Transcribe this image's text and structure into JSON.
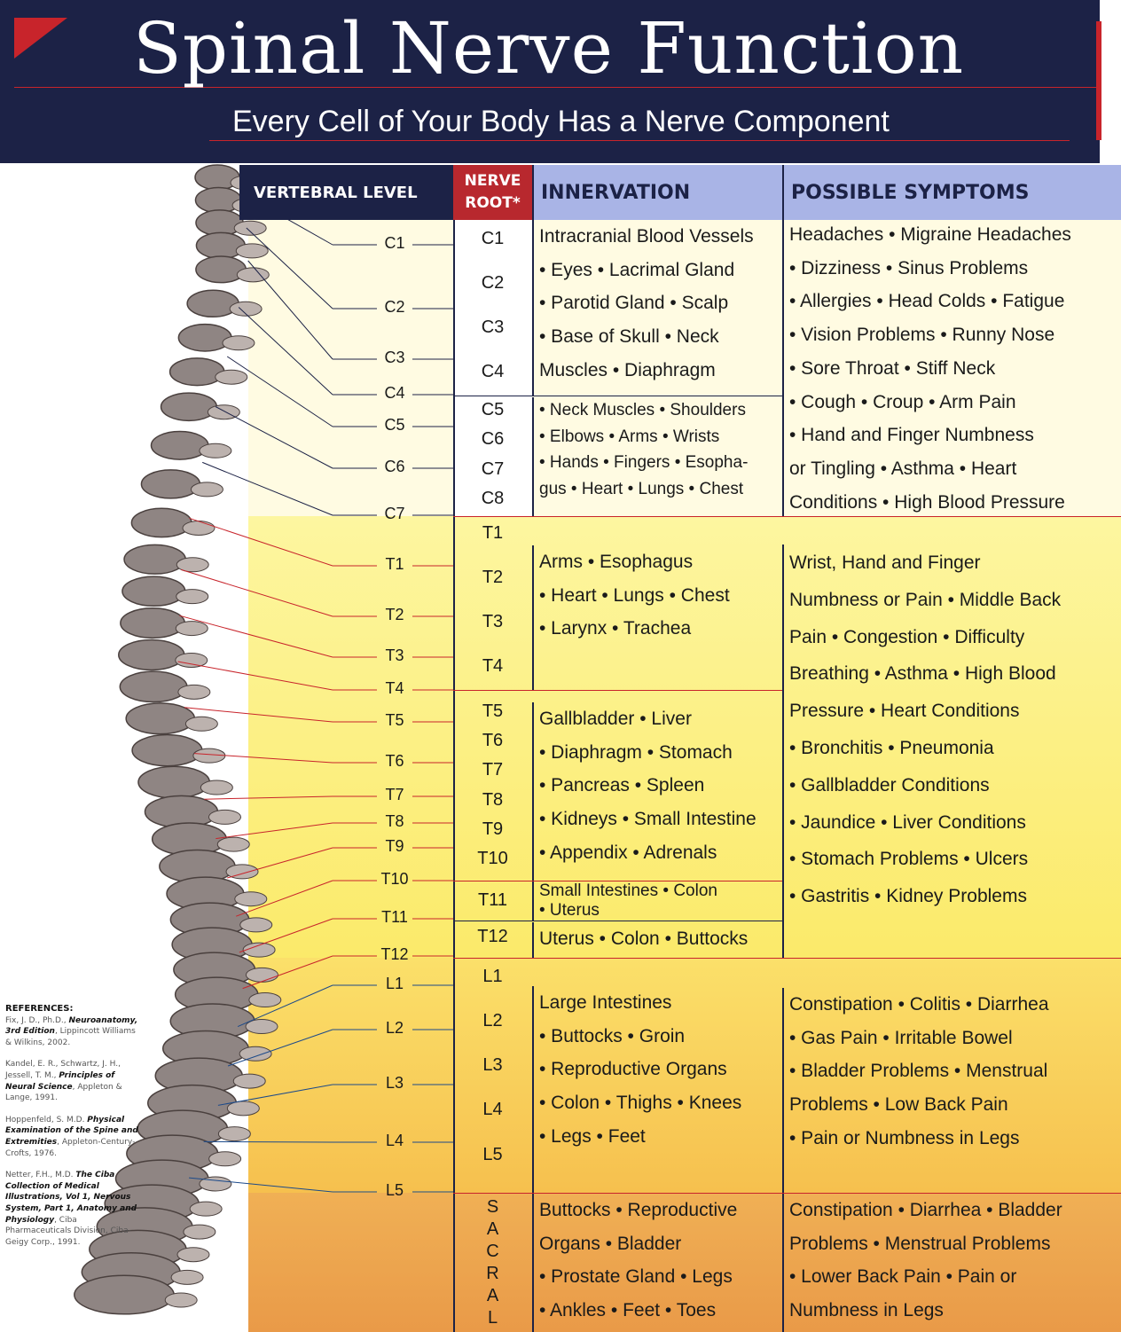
{
  "header": {
    "title": "Spinal Nerve Function",
    "subtitle": "Every Cell of Your Body Has a Nerve Component"
  },
  "columns": {
    "vertebral_level": "VERTEBRAL LEVEL",
    "nerve_root_1": "NERVE",
    "nerve_root_2": "ROOT*",
    "innervation": "INNERVATION",
    "symptoms": "POSSIBLE SYMPTOMS"
  },
  "colors": {
    "navy": "#1c2246",
    "red": "#b8282e",
    "lavender": "#a9b4e6",
    "cervical": "#fffbe2",
    "thoracic": "#fcf07e",
    "lumbar": "#f8cb55",
    "sacral": "#eea04c"
  },
  "vertebral_levels": [
    "C1",
    "C2",
    "C3",
    "C4",
    "C5",
    "C6",
    "C7",
    "T1",
    "T2",
    "T3",
    "T4",
    "T5",
    "T6",
    "T7",
    "T8",
    "T9",
    "T10",
    "T11",
    "T12",
    "L1",
    "L2",
    "L3",
    "L4",
    "L5"
  ],
  "nerve_roots": [
    "C1",
    "C2",
    "C3",
    "C4",
    "C5",
    "C6",
    "C7",
    "C8",
    "T1",
    "T2",
    "T3",
    "T4",
    "T5",
    "T6",
    "T7",
    "T8",
    "T9",
    "T10",
    "T11",
    "T12",
    "L1",
    "L2",
    "L3",
    "L4",
    "L5"
  ],
  "sacral_label": [
    "S",
    "A",
    "C",
    "R",
    "A",
    "L"
  ],
  "innervation": {
    "c1_c4": [
      "Intracranial Blood Vessels",
      "• Eyes • Lacrimal Gland",
      "• Parotid Gland • Scalp",
      "• Base of Skull • Neck",
      "Muscles • Diaphragm"
    ],
    "c5_c8": [
      "• Neck Muscles • Shoulders",
      "• Elbows • Arms • Wrists",
      "• Hands • Fingers • Esopha-",
      "gus • Heart • Lungs • Chest"
    ],
    "t1_t4": [
      "Arms • Esophagus",
      "• Heart • Lungs • Chest",
      "• Larynx • Trachea"
    ],
    "t5_t10": [
      "Gallbladder • Liver",
      "• Diaphragm • Stomach",
      "• Pancreas • Spleen",
      "• Kidneys • Small Intestine",
      "• Appendix • Adrenals"
    ],
    "t11": [
      "Small Intestines • Colon",
      "•  Uterus"
    ],
    "t12": [
      "Uterus • Colon • Buttocks"
    ],
    "lumbar": [
      "Large Intestines",
      "• Buttocks • Groin",
      "• Reproductive Organs",
      "• Colon • Thighs • Knees",
      "• Legs • Feet"
    ],
    "sacral": [
      "Buttocks • Reproductive",
      "Organs • Bladder",
      "• Prostate Gland • Legs",
      "• Ankles • Feet • Toes"
    ]
  },
  "symptoms": {
    "cervical": [
      "Headaches • Migraine Headaches",
      "• Dizziness • Sinus Problems",
      "• Allergies • Head Colds • Fatigue",
      "• Vision Problems • Runny Nose",
      "• Sore Throat • Stiff Neck",
      "• Cough • Croup • Arm Pain",
      "• Hand and Finger Numbness",
      "or Tingling • Asthma • Heart",
      "Conditions • High Blood Pressure"
    ],
    "thoracic": [
      "Wrist, Hand and Finger",
      "Numbness or Pain • Middle Back",
      "Pain • Congestion • Difficulty",
      "Breathing • Asthma • High Blood",
      "Pressure • Heart Conditions",
      "• Bronchitis • Pneumonia",
      "• Gallbladder Conditions",
      "• Jaundice • Liver Conditions",
      "• Stomach Problems • Ulcers",
      "• Gastritis • Kidney Problems"
    ],
    "lumbar": [
      "Constipation • Colitis • Diarrhea",
      "• Gas Pain • Irritable Bowel",
      "• Bladder Problems • Menstrual",
      "Problems • Low Back Pain",
      "• Pain or Numbness in Legs"
    ],
    "sacral": [
      "Constipation • Diarrhea • Bladder",
      "Problems • Menstrual Problems",
      "• Lower Back Pain • Pain or",
      "Numbness in Legs"
    ]
  },
  "references": {
    "heading": "REFERENCES:",
    "items": [
      {
        "pre": "Fix, J. D., Ph.D., ",
        "title": "Neuroanatomy, 3rd Edition",
        "post": ", Lippincott Williams & Wilkins, 2002."
      },
      {
        "pre": "Kandel, E. R., Schwartz, J. H., Jessell, T. M., ",
        "title": "Principles of Neural Science",
        "post": ", Appleton & Lange, 1991."
      },
      {
        "pre": "Hoppenfeld, S. M.D. ",
        "title": "Physical Examination of the Spine and Extremities",
        "post": ", Appleton-Century-Crofts, 1976."
      },
      {
        "pre": "Netter, F.H., M.D. ",
        "title": "The Ciba Collection of Medical Illustrations, Vol 1, Nervous System, Part 1, Anatomy and Physiology",
        "post": ", Ciba Pharmaceuticals Division, Ciba-Geigy Corp., 1991."
      }
    ]
  }
}
